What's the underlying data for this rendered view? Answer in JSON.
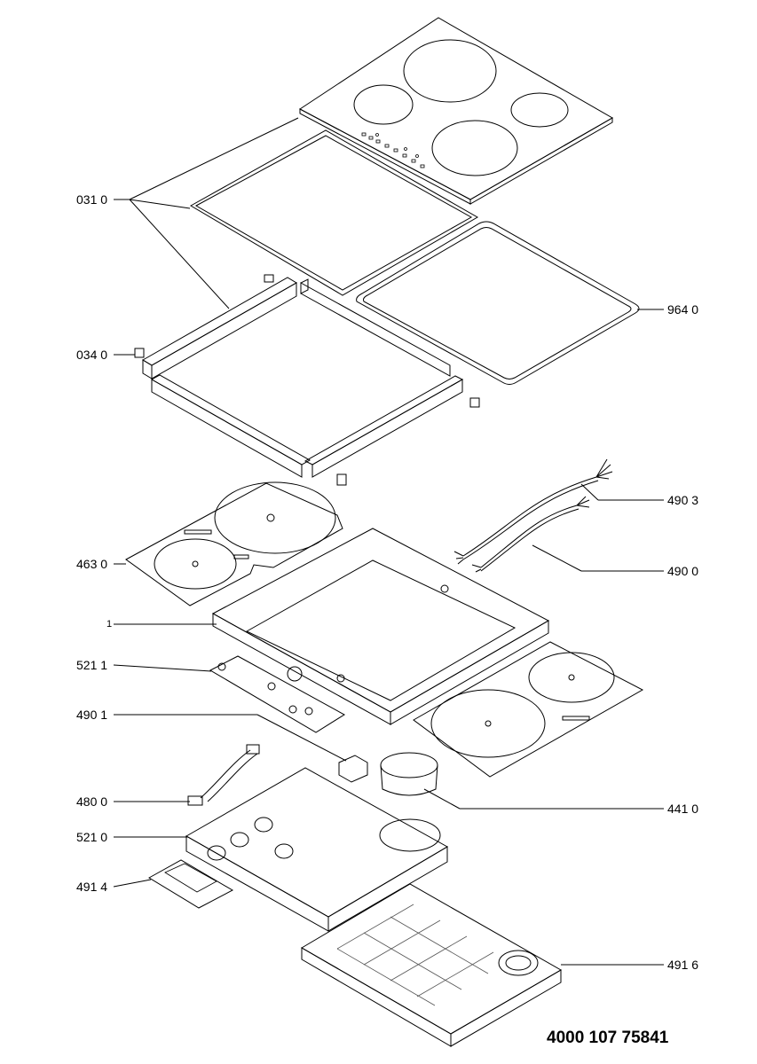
{
  "callouts": {
    "c031": "031 0",
    "c964": "964 0",
    "c034": "034 0",
    "c4903": "490 3",
    "c463": "463 0",
    "c4900": "490 0",
    "c1": "1",
    "c5211": "521 1",
    "c4901": "490 1",
    "c480": "480 0",
    "c441": "441 0",
    "c5210": "521 0",
    "c4914": "491 4",
    "c4916": "491 6"
  },
  "document_number": "4000 107 75841",
  "colors": {
    "line": "#000000",
    "background": "#ffffff",
    "hatch": "#555555"
  }
}
